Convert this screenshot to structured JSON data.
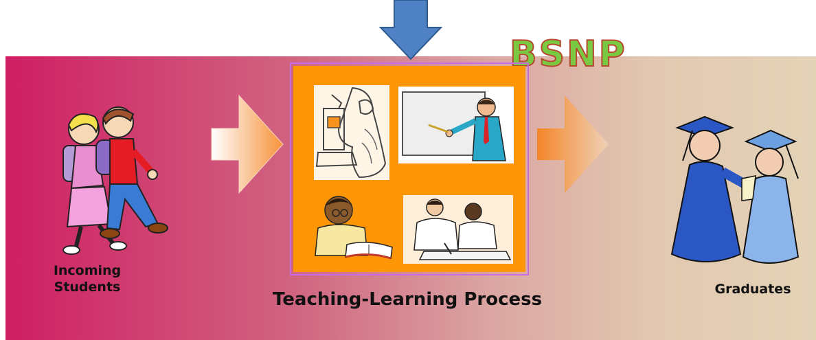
{
  "brand": {
    "text": "BSNP"
  },
  "stages": {
    "input_label_line1": "Incoming",
    "input_label_line2": "Students",
    "process_label": "Teaching-Learning Process",
    "output_label": "Graduates"
  },
  "colors": {
    "band_start": "#cf1f63",
    "band_end": "#e3d3b7",
    "process_box": "#fc9607",
    "process_outline": "#c86ce4",
    "down_arrow": "#4e82c4",
    "brand_fill": "#7ac943",
    "brand_stroke": "#b54a2e"
  },
  "icons": [
    "down-arrow-icon",
    "right-arrow-icon",
    "students-walking-icon",
    "scientist-microscope-icon",
    "teacher-whiteboard-icon",
    "student-reading-icon",
    "students-writing-icon",
    "graduates-icon"
  ]
}
